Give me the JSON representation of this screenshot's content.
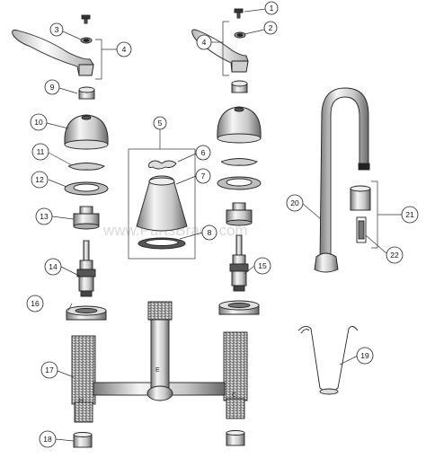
{
  "watermark": "www.PartsBrack.com",
  "callouts": [
    "1",
    "2",
    "3",
    "4",
    "5",
    "6",
    "7",
    "8",
    "9",
    "10",
    "11",
    "12",
    "13",
    "14",
    "15",
    "16",
    "17",
    "18",
    "19",
    "20",
    "21",
    "22"
  ],
  "colors": {
    "line": "#222222",
    "metal_light": "#f2f2f2",
    "metal_mid": "#bdbdbd",
    "metal_dark": "#555555"
  }
}
